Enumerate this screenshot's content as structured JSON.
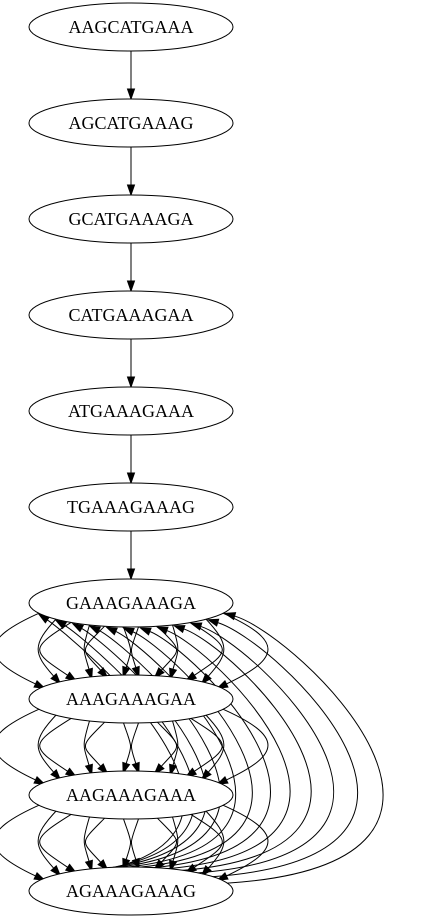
{
  "graph": {
    "nodes": [
      {
        "id": "n0",
        "label": "AAGCATGAAA"
      },
      {
        "id": "n1",
        "label": "AGCATGAAAG"
      },
      {
        "id": "n2",
        "label": "GCATGAAAGA"
      },
      {
        "id": "n3",
        "label": "CATGAAAGAA"
      },
      {
        "id": "n4",
        "label": "ATGAAAGAAA"
      },
      {
        "id": "n5",
        "label": "TGAAAGAAAG"
      },
      {
        "id": "n6",
        "label": "GAAAGAAAGA"
      },
      {
        "id": "n7",
        "label": "AAAGAAAGAA"
      },
      {
        "id": "n8",
        "label": "AAGAAAGAAA"
      },
      {
        "id": "n9",
        "label": "AGAAAGAAAG"
      }
    ],
    "edges": [
      {
        "from": "n0",
        "to": "n1",
        "count": 1
      },
      {
        "from": "n1",
        "to": "n2",
        "count": 1
      },
      {
        "from": "n2",
        "to": "n3",
        "count": 1
      },
      {
        "from": "n3",
        "to": "n4",
        "count": 1
      },
      {
        "from": "n4",
        "to": "n5",
        "count": 1
      },
      {
        "from": "n5",
        "to": "n6",
        "count": 1
      },
      {
        "from": "n6",
        "to": "n7",
        "count": 12
      },
      {
        "from": "n7",
        "to": "n8",
        "count": 12
      },
      {
        "from": "n8",
        "to": "n9",
        "count": 12
      },
      {
        "from": "n9",
        "to": "n6",
        "count": 12
      }
    ]
  }
}
